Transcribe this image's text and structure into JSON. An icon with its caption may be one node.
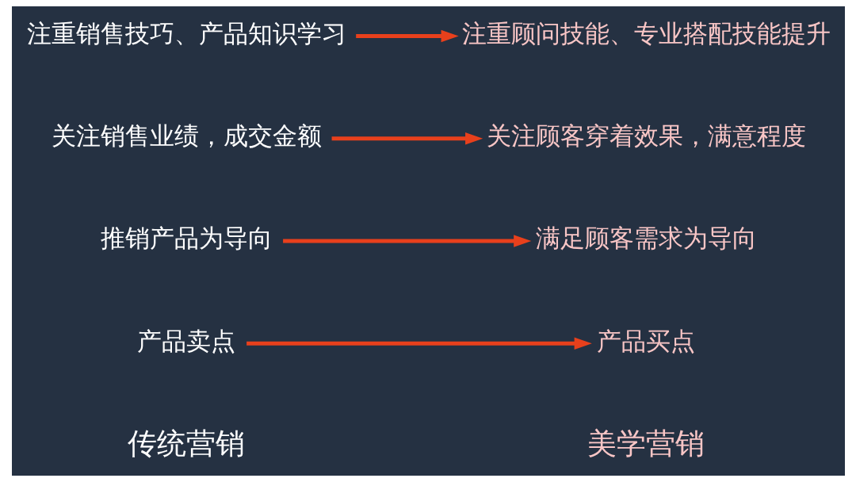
{
  "diagram": {
    "nodes": [
      {
        "text": [
          "产品卖点"
        ]
      },
      {
        "text": [
          "产品买点"
        ]
      },
      {
        "text": [
          "推销产品为导向"
        ]
      },
      {
        "text": [
          "满足顾客需求为导向"
        ]
      },
      {
        "text": [
          "关注销售业绩，成交金额"
        ]
      },
      {
        "text": [
          "关注顾客穿着效果，满意程度"
        ]
      },
      {
        "text": [
          "注重销售技巧、产品知识学习"
        ]
      },
      {
        "text": [
          "注重顾问技能、专业搭配技能提升"
        ]
      }
    ],
    "edges": [
      {
        "from": 0,
        "to": 1,
        "arrow": "to"
      },
      {
        "from": 2,
        "to": 3,
        "arrow": "to"
      },
      {
        "from": 4,
        "to": 5,
        "arrow": "to"
      },
      {
        "from": 6,
        "to": 7,
        "arrow": "to"
      }
    ],
    "labels": [
      "传统营销",
      "美学营销"
    ]
  }
}
